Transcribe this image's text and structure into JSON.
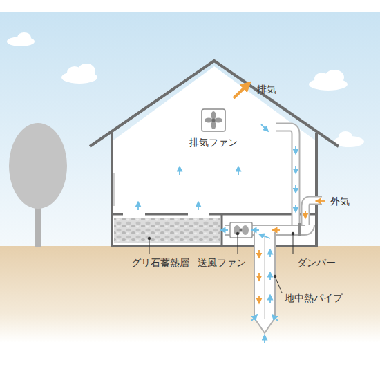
{
  "diagram": {
    "labels": [
      "排気",
      "排気ファン",
      "外気",
      "グリ石蓄熱層",
      "送風ファン",
      "ダンパー",
      "地中熱パイプ"
    ]
  }
}
